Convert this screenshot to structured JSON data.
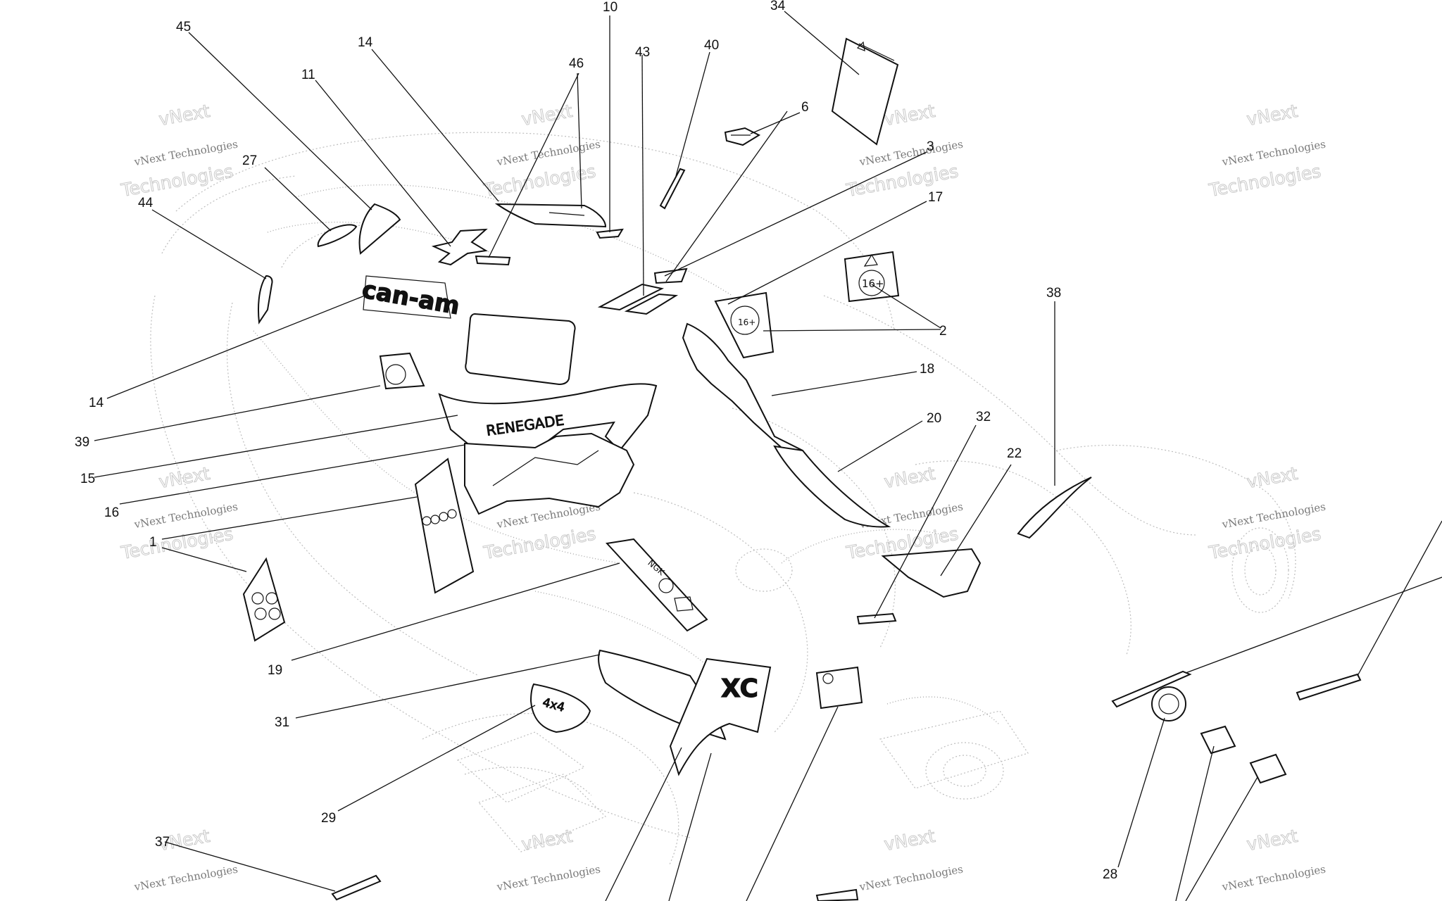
{
  "watermark": {
    "line1": "vNext",
    "line2": "vNext Technologies",
    "line3": "Technologies"
  },
  "decal_text": {
    "brand": "can-am",
    "model": "RENEGADE",
    "age": "16+",
    "xc": "XC",
    "ngk": "NGK",
    "drive": "4x4"
  },
  "callouts": [
    "45",
    "11",
    "14",
    "27",
    "44",
    "46",
    "43",
    "10",
    "40",
    "34",
    "6",
    "3",
    "17",
    "2",
    "38",
    "14",
    "39",
    "15",
    "16",
    "18",
    "20",
    "32",
    "22",
    "1",
    "19",
    "31",
    "29",
    "28",
    "37"
  ]
}
